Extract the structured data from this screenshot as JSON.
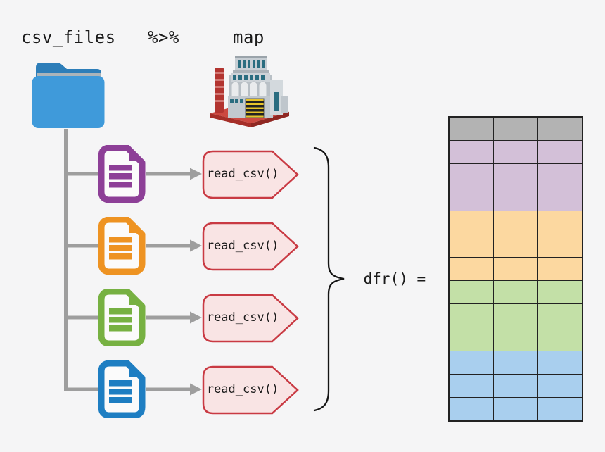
{
  "header": {
    "source_label": "csv_files",
    "pipe_label": "%>%",
    "map_label": "map"
  },
  "pipeline": {
    "rows": [
      {
        "file_color": "#8d3f97",
        "call_label": "read_csv()"
      },
      {
        "file_color": "#ee9322",
        "call_label": "read_csv()"
      },
      {
        "file_color": "#77b142",
        "call_label": "read_csv()"
      },
      {
        "file_color": "#1e7ec2",
        "call_label": "read_csv()"
      }
    ],
    "call_shape": {
      "fill": "#f9e4e4",
      "border": "#c93a43"
    }
  },
  "combine": {
    "label": "_dfr() ="
  },
  "table": {
    "columns": 3,
    "rows": [
      {
        "group": "header",
        "color": "#b3b3b3"
      },
      {
        "group": "file-1",
        "color": "#d3c0d8"
      },
      {
        "group": "file-1",
        "color": "#d3c0d8"
      },
      {
        "group": "file-1",
        "color": "#d3c0d8"
      },
      {
        "group": "file-2",
        "color": "#fcd8a0"
      },
      {
        "group": "file-2",
        "color": "#fcd8a0"
      },
      {
        "group": "file-2",
        "color": "#fcd8a0"
      },
      {
        "group": "file-3",
        "color": "#c3e0a7"
      },
      {
        "group": "file-3",
        "color": "#c3e0a7"
      },
      {
        "group": "file-3",
        "color": "#c3e0a7"
      },
      {
        "group": "file-4",
        "color": "#a9cfee"
      },
      {
        "group": "file-4",
        "color": "#a9cfee"
      },
      {
        "group": "file-4",
        "color": "#a9cfee"
      }
    ]
  },
  "icons": {
    "folder": "folder-icon",
    "factory": "factory-icon",
    "files": "csv-file-icon"
  },
  "colors": {
    "background": "#f5f5f6",
    "connector_gray": "#9e9e9e",
    "brace_black": "#141414",
    "table_border": "#222222",
    "folder_front": "#3f9ada",
    "folder_back": "#2d7eb9",
    "folder_strip": "#abb4ba"
  }
}
